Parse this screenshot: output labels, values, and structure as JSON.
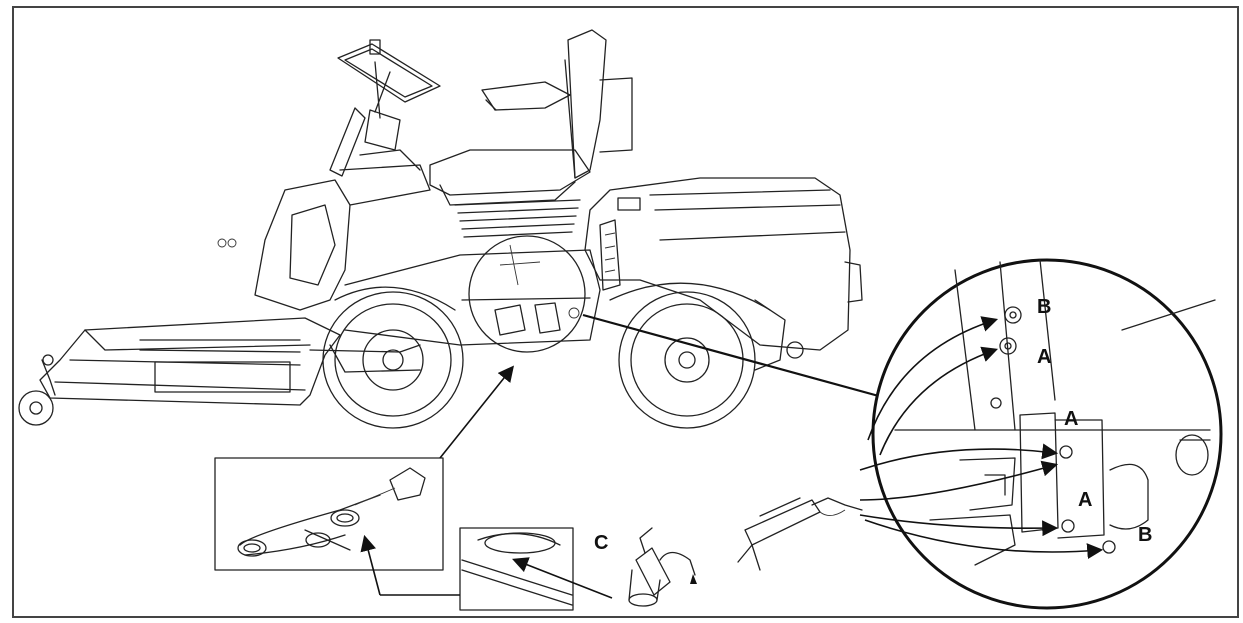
{
  "labels": {
    "b_top": "B",
    "a_top": "A",
    "a_mid": "A",
    "a_lower": "A",
    "b_bottom": "B",
    "c": "C"
  }
}
